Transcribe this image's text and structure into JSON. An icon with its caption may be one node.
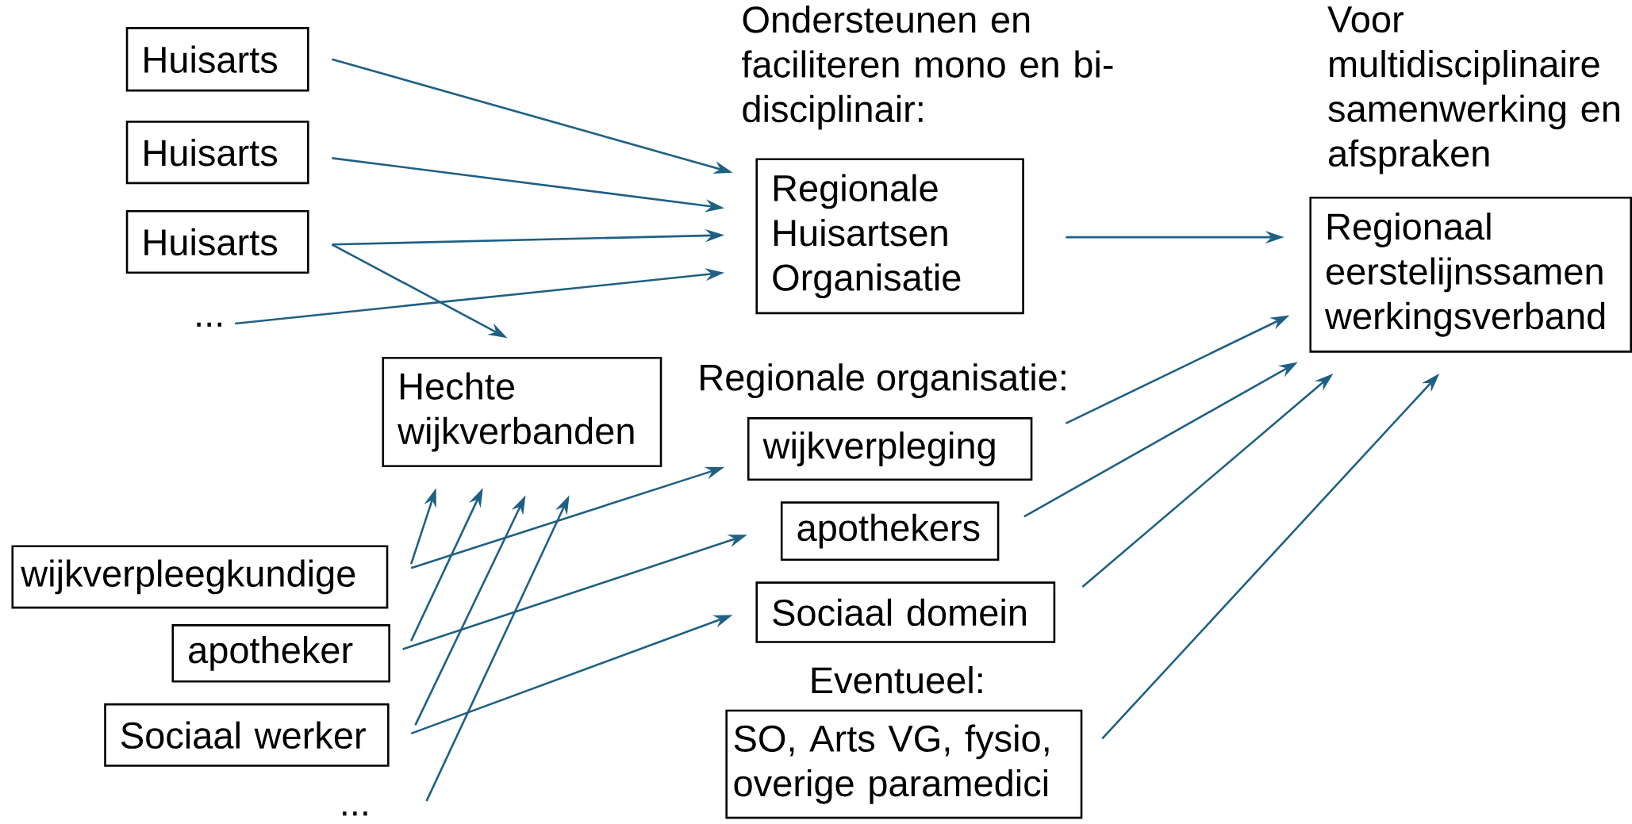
{
  "diagram": {
    "nodes": [
      {
        "text": [
          "Huisarts"
        ]
      },
      {
        "text": [
          "Huisarts"
        ]
      },
      {
        "text": [
          "Huisarts"
        ]
      },
      {
        "text": [
          "..."
        ]
      },
      {
        "text": [
          "Hechte wijkverbanden"
        ]
      },
      {
        "text": [
          "Ondersteunen en faciliteren mono en bi-disciplinair:",
          "Regionale Huisartsen Organisatie"
        ]
      },
      {
        "text": [
          "Voor multidisciplinaire samenwerking en afspraken",
          "Regionaal eerstelijnssamen werkingsverband"
        ]
      },
      {
        "text": [
          "wijkverpleging"
        ]
      },
      {
        "text": [
          "apothekers"
        ]
      },
      {
        "text": [
          "Sociaal domein"
        ]
      },
      {
        "text": [
          "Eventueel:",
          "SO, Arts VG, fysio, overige paramedici"
        ]
      },
      {
        "text": [
          "wijkverpleegkundige"
        ]
      },
      {
        "text": [
          "apotheker"
        ]
      },
      {
        "text": [
          "Sociaal werker"
        ]
      },
      {
        "text": [
          "..."
        ]
      }
    ],
    "edges": [
      {
        "from": 0,
        "to": 5,
        "arrow": "to"
      },
      {
        "from": 1,
        "to": 5,
        "arrow": "to"
      },
      {
        "from": 2,
        "to": 5,
        "arrow": "to"
      },
      {
        "from": 3,
        "to": 5,
        "arrow": "to"
      },
      {
        "from": 2,
        "to": 4,
        "arrow": "to"
      },
      {
        "from": 5,
        "to": 6,
        "arrow": "to"
      },
      {
        "from": 7,
        "to": 6,
        "arrow": "to"
      },
      {
        "from": 8,
        "to": 6,
        "arrow": "to"
      },
      {
        "from": 9,
        "to": 6,
        "arrow": "to"
      },
      {
        "from": 10,
        "to": 6,
        "arrow": "to"
      },
      {
        "from": 11,
        "to": 4,
        "arrow": "to"
      },
      {
        "from": 12,
        "to": 4,
        "arrow": "to"
      },
      {
        "from": 13,
        "to": 4,
        "arrow": "to"
      },
      {
        "from": 14,
        "to": 4,
        "arrow": "to"
      },
      {
        "from": 11,
        "to": 7,
        "arrow": "to"
      },
      {
        "from": 12,
        "to": 8,
        "arrow": "to"
      },
      {
        "from": 13,
        "to": 9,
        "arrow": "to"
      }
    ],
    "labels": [
      "Regionale organisatie:"
    ]
  }
}
